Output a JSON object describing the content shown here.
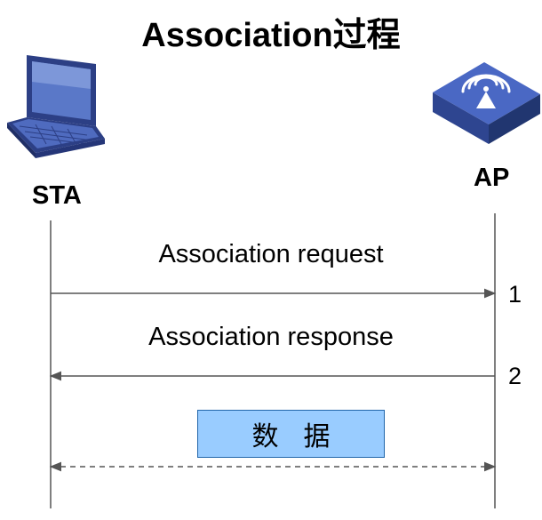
{
  "title": "Association过程",
  "nodes": {
    "sta": "STA",
    "ap": "AP"
  },
  "messages": [
    {
      "label": "Association request",
      "step": "1",
      "direction": "sta-to-ap"
    },
    {
      "label": "Association response",
      "step": "2",
      "direction": "ap-to-sta"
    }
  ],
  "data_box": {
    "label": "数据",
    "color": "#99ccff"
  },
  "icons": {
    "sta": "laptop-icon",
    "ap": "access-point-icon"
  },
  "colors": {
    "lines": "#555555",
    "icon_blue": "#3b56a8"
  }
}
